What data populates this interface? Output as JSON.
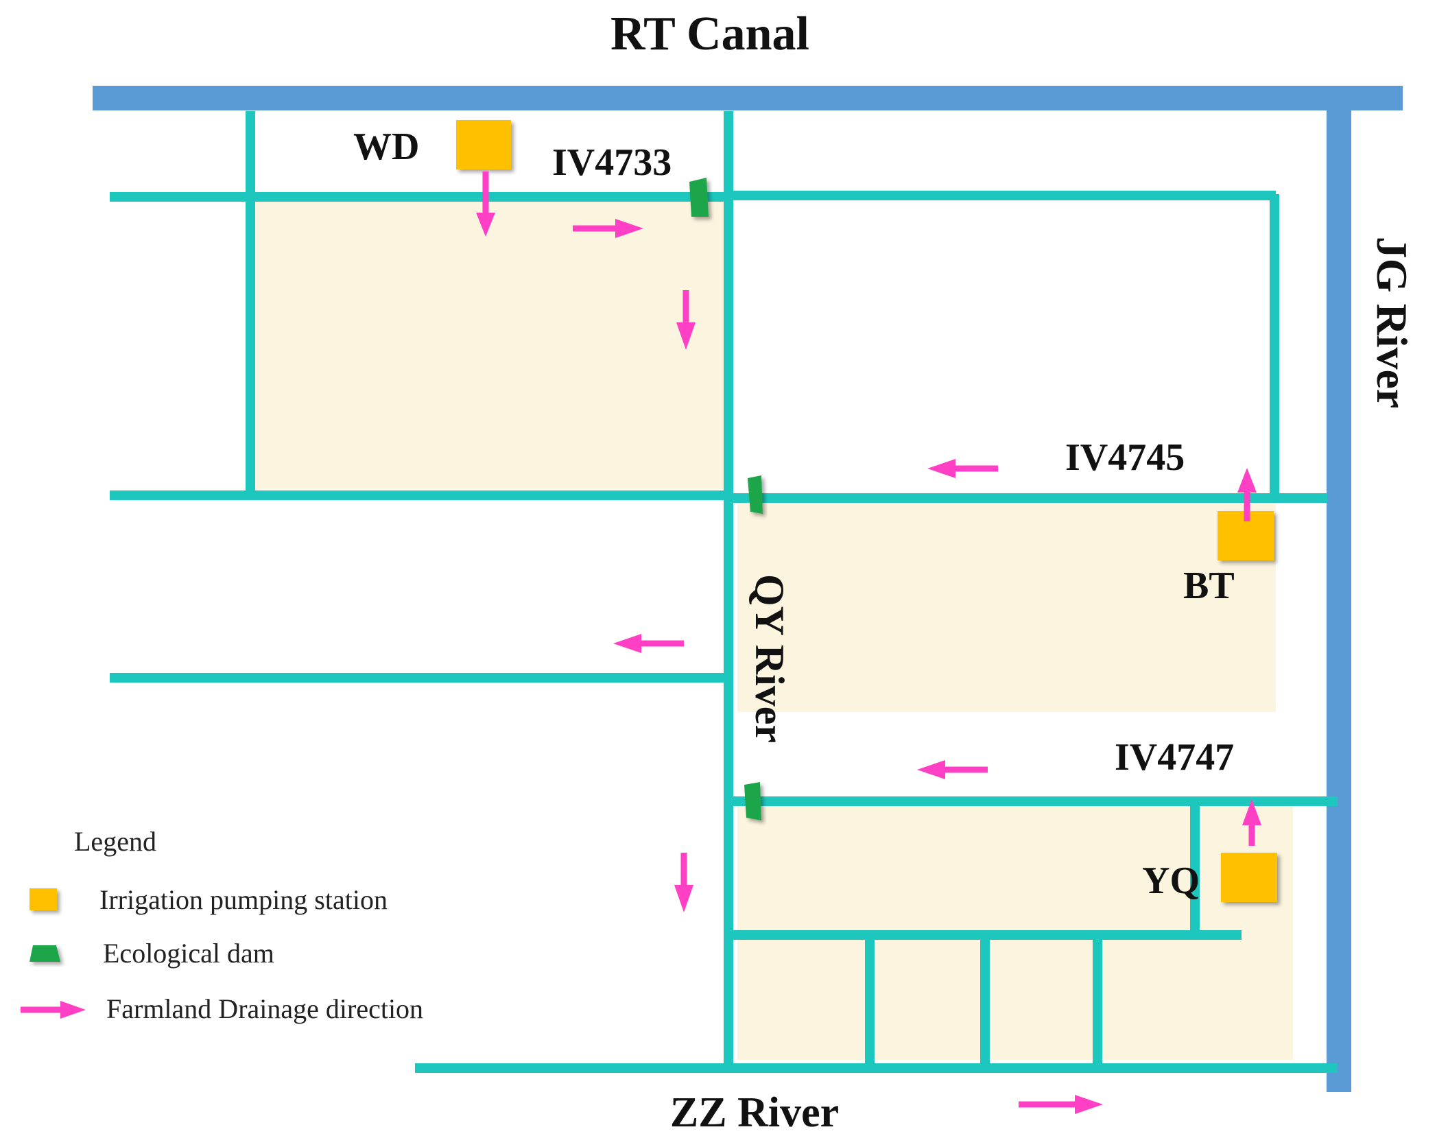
{
  "colors": {
    "main_river": "#5b9bd5",
    "channel": "#1dc7bd",
    "farmland": "#fbf4df",
    "pump_station": "#ffc000",
    "dam": "#1aa64a",
    "drainage_arrow": "#ff3fc4"
  },
  "labels": {
    "rt_canal": "RT Canal",
    "jg_river": "JG River",
    "qy_river": "QY River",
    "zz_river": "ZZ  River",
    "wd": "WD",
    "bt": "BT",
    "yq": "YQ",
    "iv4733": "IV4733",
    "iv4745": "IV4745",
    "iv4747": "IV4747"
  },
  "legend": {
    "title": "Legend",
    "items": [
      {
        "icon": "pump-station-icon",
        "label": "Irrigation  pumping  station"
      },
      {
        "icon": "dam-icon",
        "label": "Ecological  dam"
      },
      {
        "icon": "arrow-right-icon",
        "label": "Farmland  Drainage  direction"
      }
    ]
  }
}
